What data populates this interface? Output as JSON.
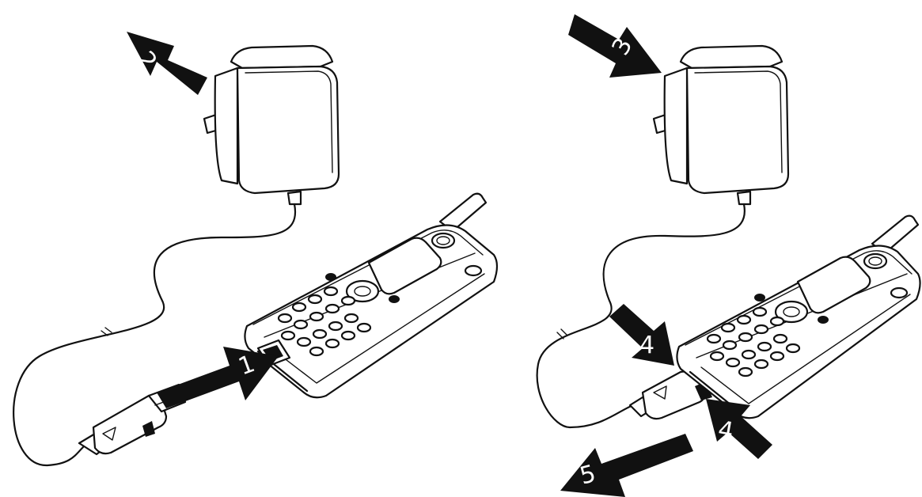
{
  "steps": {
    "step1": "1",
    "step2": "2",
    "step3": "3",
    "step4a": "4",
    "step4b": "4",
    "step5": "5"
  },
  "colors": {
    "ink": "#111111",
    "paper": "#ffffff"
  }
}
